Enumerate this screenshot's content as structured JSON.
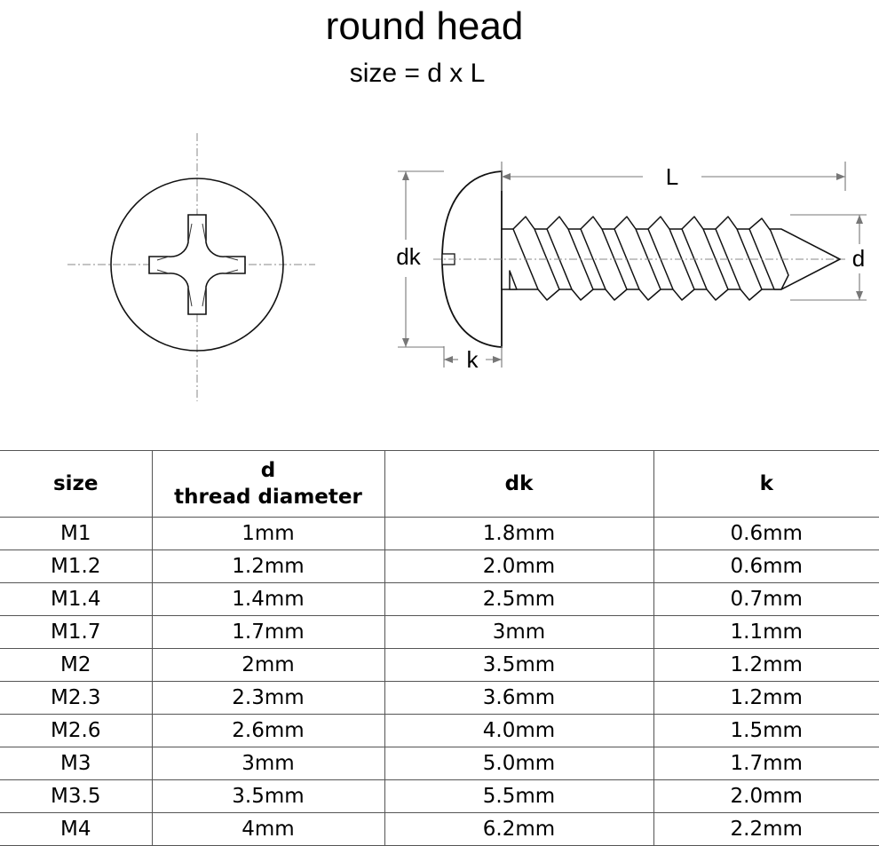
{
  "title": "round head",
  "subtitle": "size = d x L",
  "diagram": {
    "labels": {
      "length": "L",
      "head_diameter": "dk",
      "thread_diameter": "d",
      "head_height": "k"
    }
  },
  "table": {
    "headers": {
      "size": "size",
      "d_symbol": "d",
      "d_name": "thread diameter",
      "dk": "dk",
      "k": "k"
    },
    "rows": [
      {
        "size": "M1",
        "d": "1mm",
        "dk": "1.8mm",
        "k": "0.6mm"
      },
      {
        "size": "M1.2",
        "d": "1.2mm",
        "dk": "2.0mm",
        "k": "0.6mm"
      },
      {
        "size": "M1.4",
        "d": "1.4mm",
        "dk": "2.5mm",
        "k": "0.7mm"
      },
      {
        "size": "M1.7",
        "d": "1.7mm",
        "dk": "3mm",
        "k": "1.1mm"
      },
      {
        "size": "M2",
        "d": "2mm",
        "dk": "3.5mm",
        "k": "1.2mm"
      },
      {
        "size": "M2.3",
        "d": "2.3mm",
        "dk": "3.6mm",
        "k": "1.2mm"
      },
      {
        "size": "M2.6",
        "d": "2.6mm",
        "dk": "4.0mm",
        "k": "1.5mm"
      },
      {
        "size": "M3",
        "d": "3mm",
        "dk": "5.0mm",
        "k": "1.7mm"
      },
      {
        "size": "M3.5",
        "d": "3.5mm",
        "dk": "5.5mm",
        "k": "2.0mm"
      },
      {
        "size": "M4",
        "d": "4mm",
        "dk": "6.2mm",
        "k": "2.2mm"
      }
    ]
  }
}
